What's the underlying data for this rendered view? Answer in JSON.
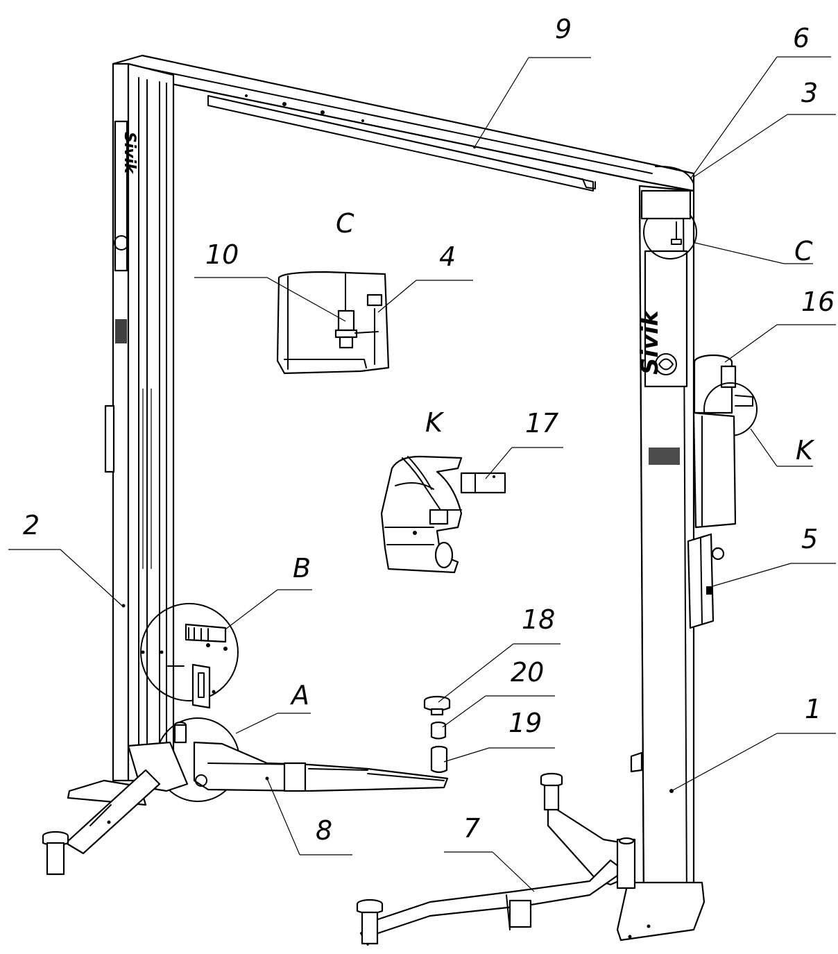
{
  "brand": {
    "logo_text": "Sivik"
  },
  "callouts": {
    "c9": "9",
    "c6": "6",
    "c3": "3",
    "c10": "10",
    "c4": "4",
    "cC_view": "C",
    "cC_ref": "C",
    "c16": "16",
    "cK_view": "K",
    "cK_ref": "K",
    "c17": "17",
    "c2": "2",
    "c5": "5",
    "cB": "B",
    "c18": "18",
    "c20": "20",
    "cA": "A",
    "c19": "19",
    "c1": "1",
    "c8": "8",
    "c7": "7"
  }
}
